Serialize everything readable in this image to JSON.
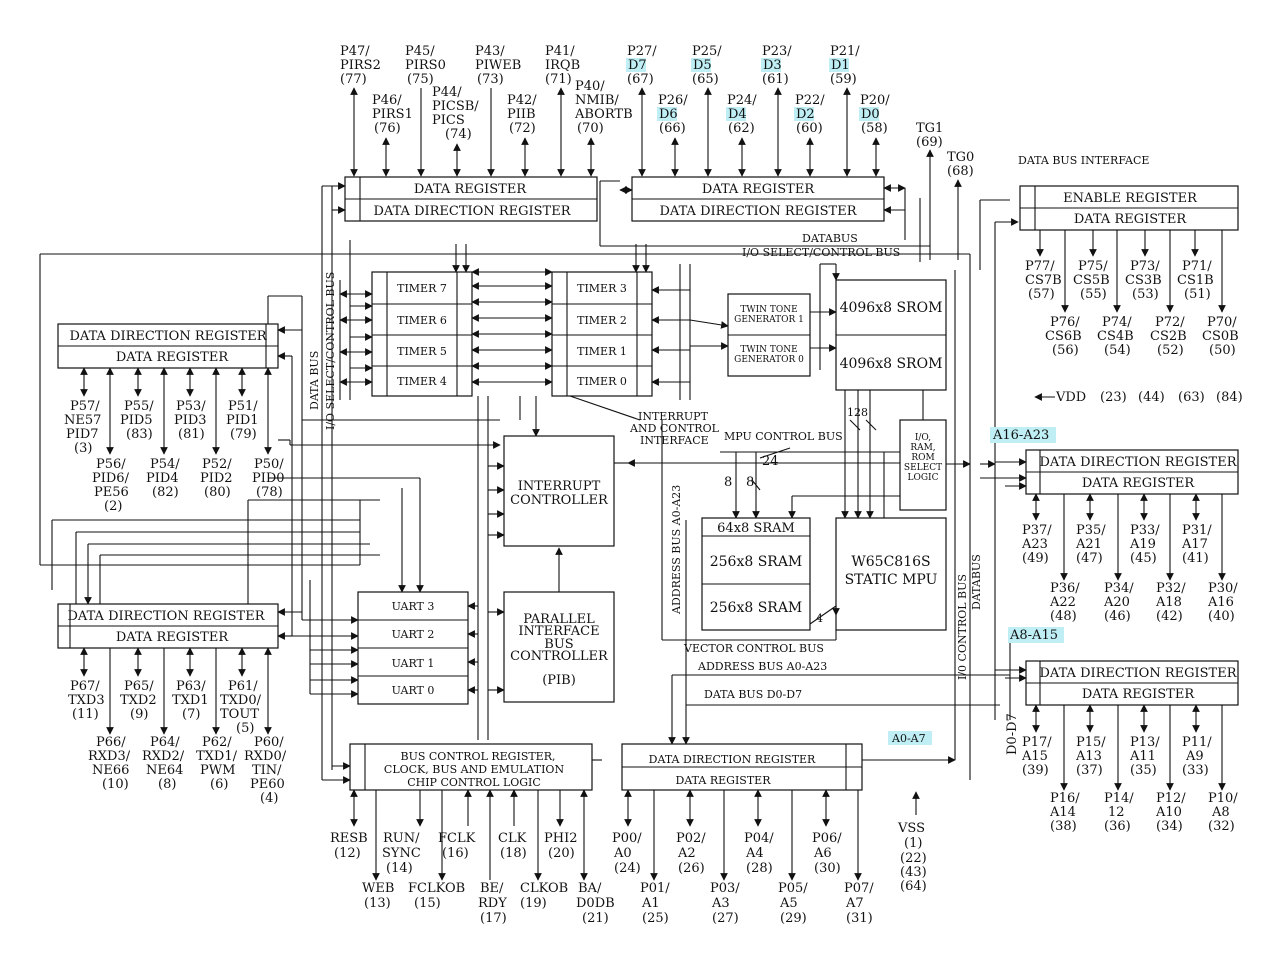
{
  "colors": {
    "highlight": "#bfeff5",
    "line": "#111111"
  },
  "blocks": {
    "reg_top_left": [
      "DATA REGISTER",
      "DATA DIRECTION REGISTER"
    ],
    "reg_top_right": [
      "DATA REGISTER",
      "DATA DIRECTION REGISTER"
    ],
    "reg_left_mid": [
      "DATA DIRECTION REGISTER",
      "DATA REGISTER"
    ],
    "reg_left_low": [
      "DATA DIRECTION REGISTER",
      "DATA REGISTER"
    ],
    "reg_right_top": [
      "ENABLE REGISTER",
      "DATA REGISTER"
    ],
    "reg_right_mid": [
      "DATA DIRECTION REGISTER",
      "DATA REGISTER"
    ],
    "reg_right_low": [
      "DATA DIRECTION REGISTER",
      "DATA REGISTER"
    ],
    "reg_bottom_mid": [
      "DATA DIRECTION REGISTER",
      "DATA REGISTER"
    ],
    "timers_left": [
      "TIMER 7",
      "TIMER 6",
      "TIMER 5",
      "TIMER 4"
    ],
    "timers_right": [
      "TIMER 3",
      "TIMER 2",
      "TIMER 1",
      "TIMER 0"
    ],
    "uarts": [
      "UART 3",
      "UART 2",
      "UART 1",
      "UART 0"
    ],
    "interrupt_controller": [
      "INTERRUPT",
      "CONTROLLER"
    ],
    "pib": [
      "PARALLEL",
      "INTERFACE",
      "BUS",
      "CONTROLLER",
      "(PIB)"
    ],
    "twin_tone": [
      "TWIN TONE",
      "GENERATOR 1",
      "TWIN TONE",
      "GENERATOR 0"
    ],
    "srom": [
      "4096x8 SROM",
      "4096x8 SROM"
    ],
    "sram": [
      "64x8 SRAM",
      "256x8 SRAM",
      "256x8 SRAM"
    ],
    "mpu": [
      "W65C816S",
      "STATIC MPU"
    ],
    "io_select": [
      "I/O,",
      "RAM,",
      "ROM",
      "SELECT",
      "LOGIC"
    ],
    "bus_control": [
      "BUS CONTROL REGISTER,",
      "CLOCK, BUS AND EMULATION",
      "CHIP CONTROL LOGIC"
    ]
  },
  "bus_labels": {
    "databus_top": "DATABUS",
    "io_select_bus": "I/O SELECT/CONTROL BUS",
    "data_bus_interface": "DATA BUS INTERFACE",
    "data_bus_left": "DATA BUS",
    "io_select_left": "I/O SELECT/CONTROL BUS",
    "interrupt_and_control": [
      "INTERRUPT",
      "AND CONTROL",
      "INTERFACE"
    ],
    "mpu_control_bus": "MPU CONTROL BUS",
    "address_bus_vert": "ADDRESS BUS A0-A23",
    "vector_control_bus": "VECTOR CONTROL BUS",
    "address_bus_h": "ADDRESS BUS A0-A23",
    "data_bus_h": "DATA BUS D0-D7",
    "io_control_bus": "I/0 CONTROL BUS",
    "databus_right": "DATABUS",
    "d0_d7": "D0-D7",
    "n24": "24",
    "n128": "128",
    "n8a": "8",
    "n8b": "8",
    "n4": "4",
    "a16_a23": "A16-A23",
    "a8_a15": "A8-A15",
    "a0_a7": "A0-A7"
  },
  "pins": {
    "top_row1": [
      [
        "P47/",
        "PIRS2",
        "(77)"
      ],
      [
        "P45/",
        "PIRS0",
        "(75)"
      ],
      [
        "P43/",
        "PIWEB",
        "(73)"
      ],
      [
        "P41/",
        "IRQB",
        "(71)"
      ],
      [
        "P27/",
        "D7",
        "(67)"
      ],
      [
        "P25/",
        "D5",
        "(65)"
      ],
      [
        "P23/",
        "D3",
        "(61)"
      ],
      [
        "P21/",
        "D1",
        "(59)"
      ]
    ],
    "top_row2": [
      [
        "P46/",
        "PIRS1",
        "(76)"
      ],
      [
        "P44/",
        "PICSB/",
        "PICS",
        "(74)"
      ],
      [
        "P42/",
        "PIIB",
        "(72)"
      ],
      [
        "P40/",
        "NMIB/",
        "ABORTB",
        "(70)"
      ],
      [
        "P26/",
        "D6",
        "(66)"
      ],
      [
        "P24/",
        "D4",
        "(62)"
      ],
      [
        "P22/",
        "D2",
        "(60)"
      ],
      [
        "P20/",
        "D0",
        "(58)"
      ]
    ],
    "tg": [
      [
        "TG1",
        "(69)"
      ],
      [
        "TG0",
        "(68)"
      ]
    ],
    "p7_top": [
      [
        "P77/",
        "CS7B",
        "(57)"
      ],
      [
        "P75/",
        "CS5B",
        "(55)"
      ],
      [
        "P73/",
        "CS3B",
        "(53)"
      ],
      [
        "P71/",
        "CS1B",
        "(51)"
      ]
    ],
    "p7_bot": [
      [
        "P76/",
        "CS6B",
        "(56)"
      ],
      [
        "P74/",
        "CS4B",
        "(54)"
      ],
      [
        "P72/",
        "CS2B",
        "(52)"
      ],
      [
        "P70/",
        "CS0B",
        "(50)"
      ]
    ],
    "vdd": [
      "VDD",
      "(23)",
      "(44)",
      "(63)",
      "(84)"
    ],
    "p5_top": [
      [
        "P57/",
        "NE57",
        "PID7",
        "(3)"
      ],
      [
        "P55/",
        "PID5",
        "(83)"
      ],
      [
        "P53/",
        "PID3",
        "(81)"
      ],
      [
        "P51/",
        "PID1",
        "(79)"
      ]
    ],
    "p5_bot": [
      [
        "P56/",
        "PID6/",
        "PE56",
        "(2)"
      ],
      [
        "P54/",
        "PID4",
        "(82)"
      ],
      [
        "P52/",
        "PID2",
        "(80)"
      ],
      [
        "P50/",
        "PID0",
        "(78)"
      ]
    ],
    "p3_top": [
      [
        "P37/",
        "A23",
        "(49)"
      ],
      [
        "P35/",
        "A21",
        "(47)"
      ],
      [
        "P33/",
        "A19",
        "(45)"
      ],
      [
        "P31/",
        "A17",
        "(41)"
      ]
    ],
    "p3_bot": [
      [
        "P36/",
        "A22",
        "(48)"
      ],
      [
        "P34/",
        "A20",
        "(46)"
      ],
      [
        "P32/",
        "A18",
        "(42)"
      ],
      [
        "P30/",
        "A16",
        "(40)"
      ]
    ],
    "p6_top": [
      [
        "P67/",
        "TXD3",
        "(11)"
      ],
      [
        "P65/",
        "TXD2",
        "(9)"
      ],
      [
        "P63/",
        "TXD1",
        "(7)"
      ],
      [
        "P61/",
        "TXD0/",
        "TOUT",
        "(5)"
      ]
    ],
    "p6_bot": [
      [
        "P66/",
        "RXD3/",
        "NE66",
        "(10)"
      ],
      [
        "P64/",
        "RXD2/",
        "NE64",
        "(8)"
      ],
      [
        "P62/",
        "TXD1/",
        "PWM",
        "(6)"
      ],
      [
        "P60/",
        "RXD0/",
        "TIN/",
        "PE60",
        "(4)"
      ]
    ],
    "p1_top": [
      [
        "P17/",
        "A15",
        "(39)"
      ],
      [
        "P15/",
        "A13",
        "(37)"
      ],
      [
        "P13/",
        "A11",
        "(35)"
      ],
      [
        "P11/",
        "A9",
        "(33)"
      ]
    ],
    "p1_bot": [
      [
        "P16/",
        "A14",
        "(38)"
      ],
      [
        "P14/",
        "12",
        "(36)"
      ],
      [
        "P12/",
        "A10",
        "(34)"
      ],
      [
        "P10/",
        "A8",
        "(32)"
      ]
    ],
    "ctl_top": [
      [
        "RESB",
        "(12)"
      ],
      [
        "RUN/",
        "SYNC",
        "(14)"
      ],
      [
        "FCLK",
        "(16)"
      ],
      [
        "CLK",
        "(18)"
      ],
      [
        "PHI2",
        "(20)"
      ]
    ],
    "ctl_bot": [
      [
        "WEB",
        "(13)"
      ],
      [
        "FCLKOB",
        "(15)"
      ],
      [
        "BE/",
        "RDY",
        "(17)"
      ],
      [
        "CLKOB",
        "(19)"
      ],
      [
        "BA/",
        "D0DB",
        "(21)"
      ]
    ],
    "p0_top": [
      [
        "P00/",
        "A0",
        "(24)"
      ],
      [
        "P02/",
        "A2",
        "(26)"
      ],
      [
        "P04/",
        "A4",
        "(28)"
      ],
      [
        "P06/",
        "A6",
        "(30)"
      ]
    ],
    "p0_bot": [
      [
        "P01/",
        "A1",
        "(25)"
      ],
      [
        "P03/",
        "A3",
        "(27)"
      ],
      [
        "P05/",
        "A5",
        "(29)"
      ],
      [
        "P07/",
        "A7",
        "(31)"
      ]
    ],
    "vss": [
      "VSS",
      "(1)",
      "(22)",
      "(43)",
      "(64)"
    ]
  }
}
